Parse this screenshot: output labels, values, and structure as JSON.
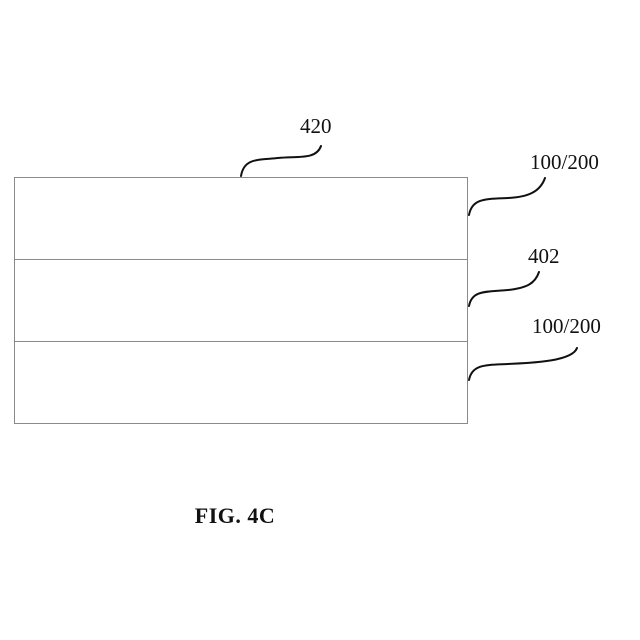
{
  "labels": {
    "top_layer_ref": "420",
    "upper_layer_ref": "100/200",
    "middle_layer_ref": "402",
    "lower_layer_ref": "100/200"
  },
  "caption": "FIG. 4C",
  "colors": {
    "line": "#111111",
    "layer_border": "#8a8a8a",
    "background": "#ffffff"
  }
}
